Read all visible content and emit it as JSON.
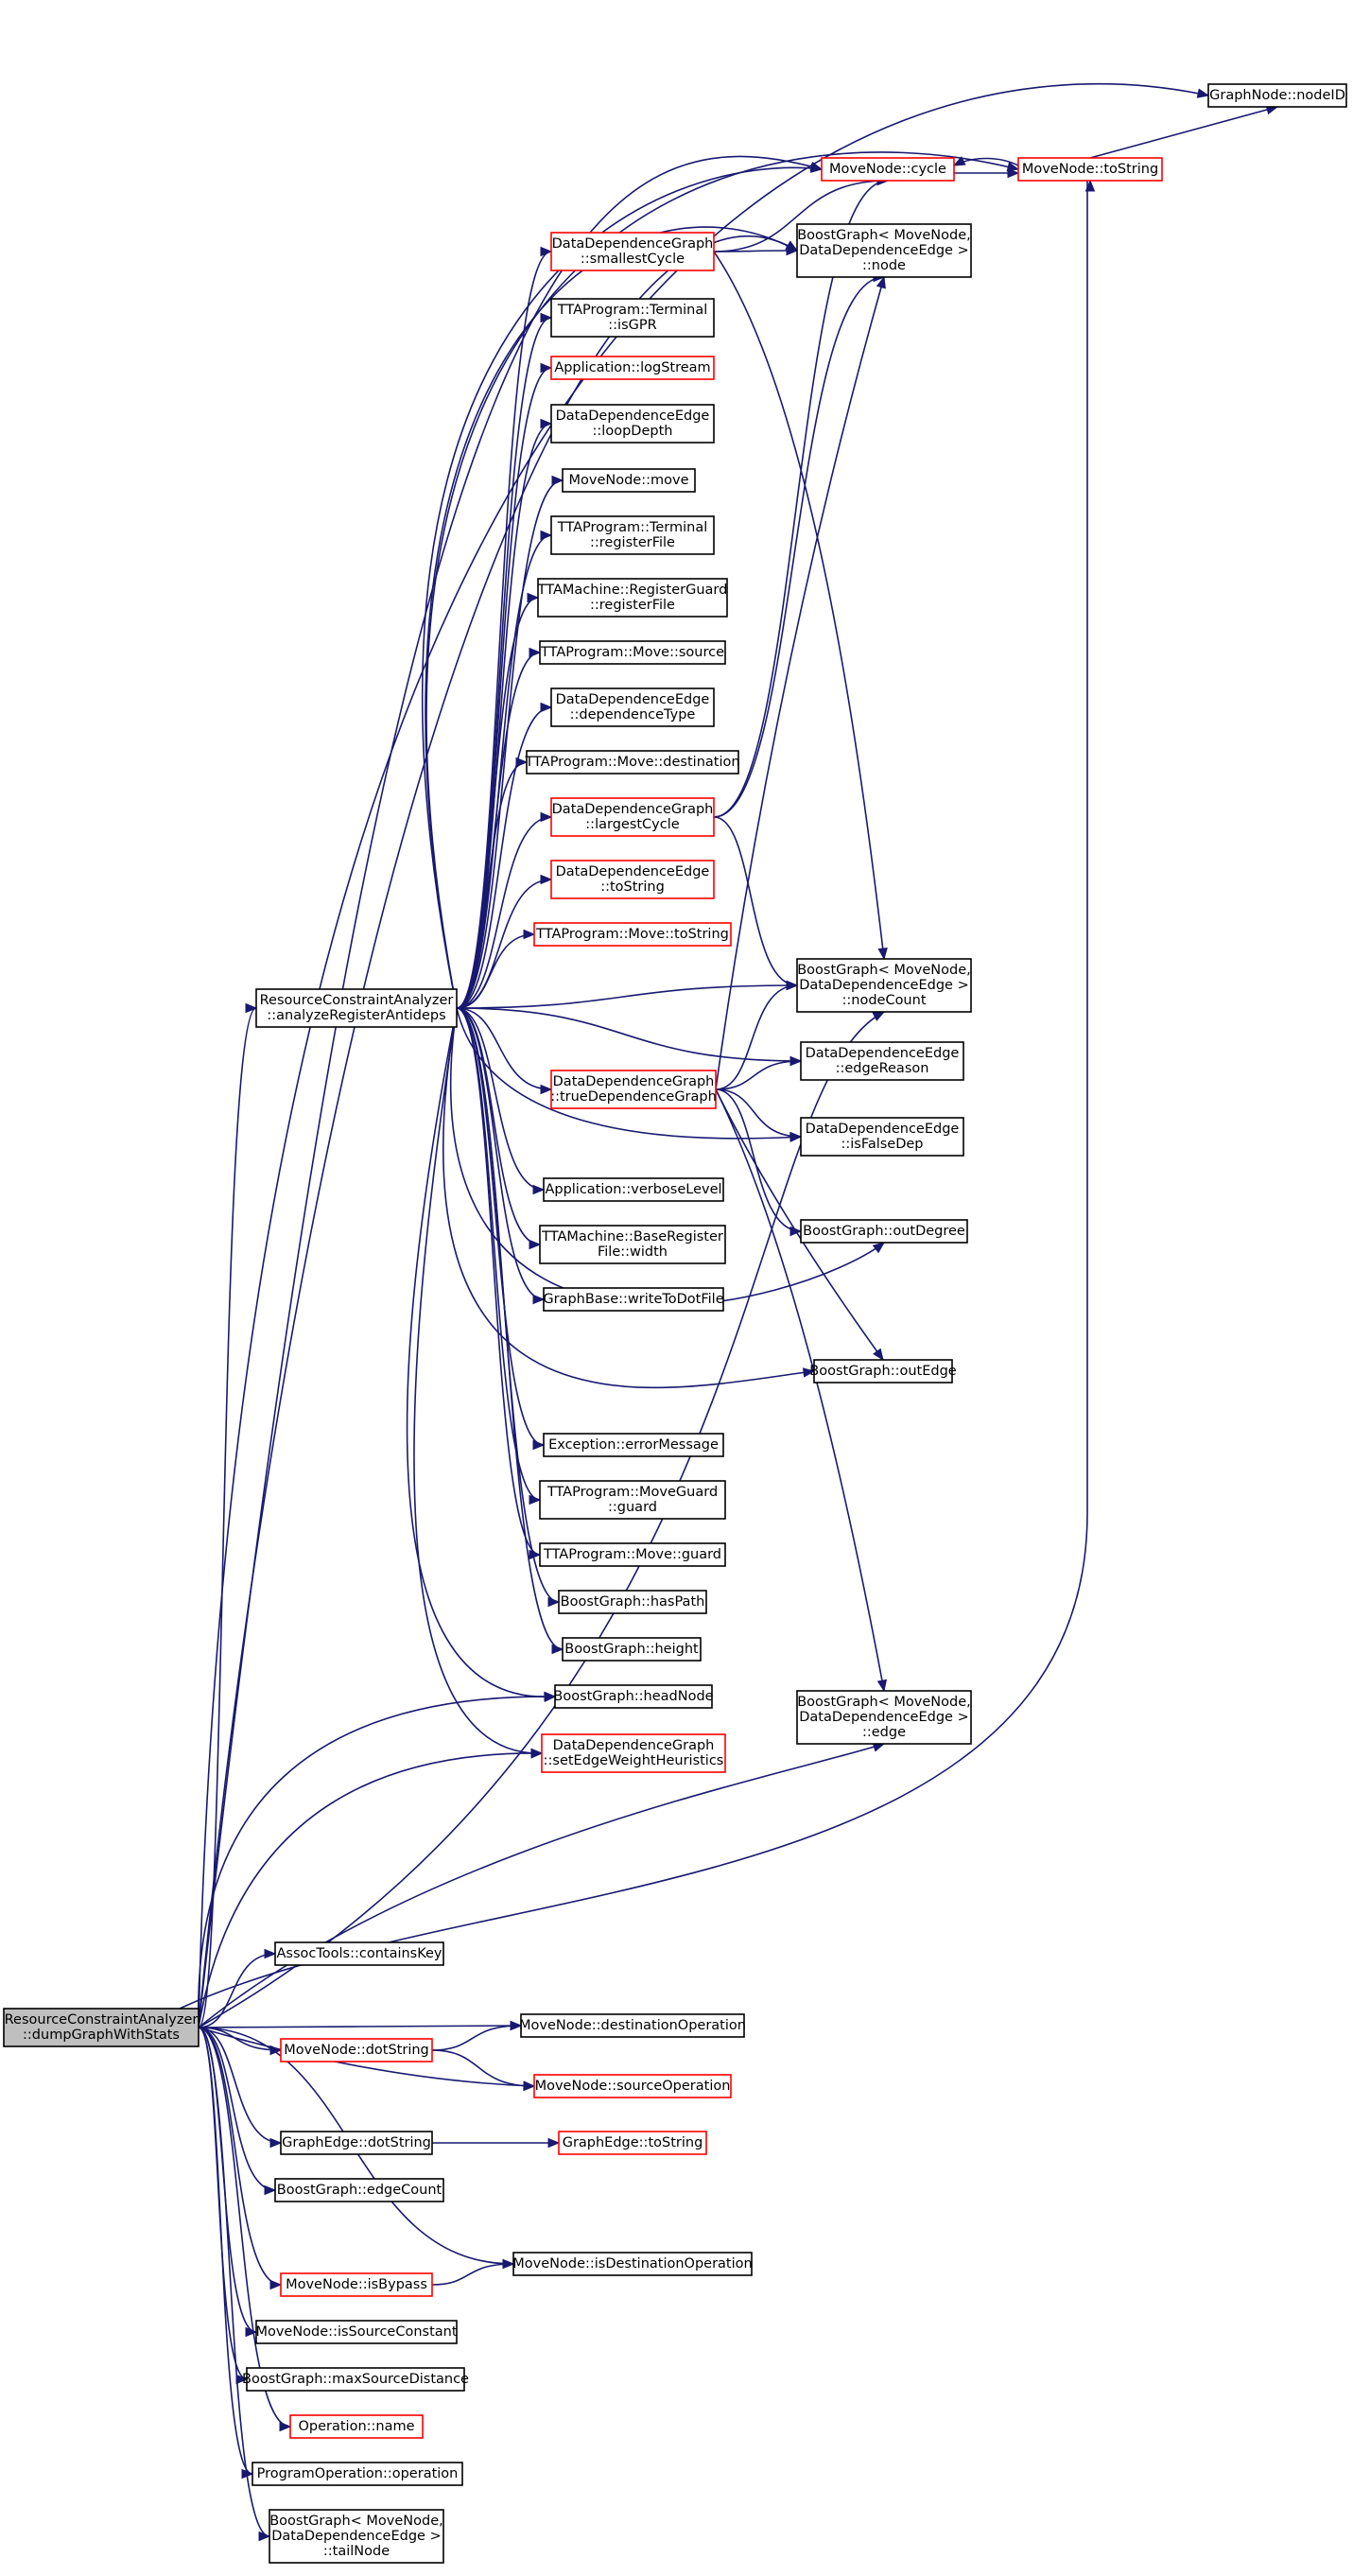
{
  "graph": {
    "colors": {
      "edge": "#191970",
      "node_border": "#000000",
      "node_border_incomplete": "#ff0000",
      "root_fill": "#bfbfbf"
    },
    "nodes": [
      {
        "id": "root",
        "lines": [
          "ResourceConstraintAnalyzer",
          "::dumpGraphWithStats"
        ],
        "style": "root"
      },
      {
        "id": "analyze",
        "lines": [
          "ResourceConstraintAnalyzer",
          "::analyzeRegisterAntideps"
        ],
        "style": "normal"
      },
      {
        "id": "nodeID",
        "lines": [
          "GraphNode::nodeID"
        ],
        "style": "normal"
      },
      {
        "id": "cycle",
        "lines": [
          "MoveNode::cycle"
        ],
        "style": "red"
      },
      {
        "id": "mnToString",
        "lines": [
          "MoveNode::toString"
        ],
        "style": "red"
      },
      {
        "id": "smallestCycle",
        "lines": [
          "DataDependenceGraph",
          "::smallestCycle"
        ],
        "style": "red"
      },
      {
        "id": "bgNode",
        "lines": [
          "BoostGraph< MoveNode,",
          "DataDependenceEdge >",
          "::node"
        ],
        "style": "normal"
      },
      {
        "id": "isGPR",
        "lines": [
          "TTAProgram::Terminal",
          "::isGPR"
        ],
        "style": "normal"
      },
      {
        "id": "logStream",
        "lines": [
          "Application::logStream"
        ],
        "style": "red"
      },
      {
        "id": "loopDepth",
        "lines": [
          "DataDependenceEdge",
          "::loopDepth"
        ],
        "style": "normal"
      },
      {
        "id": "mnMove",
        "lines": [
          "MoveNode::move"
        ],
        "style": "normal"
      },
      {
        "id": "termRegFile",
        "lines": [
          "TTAProgram::Terminal",
          "::registerFile"
        ],
        "style": "normal"
      },
      {
        "id": "guardRegFile",
        "lines": [
          "TTAMachine::RegisterGuard",
          "::registerFile"
        ],
        "style": "normal"
      },
      {
        "id": "moveSource",
        "lines": [
          "TTAProgram::Move::source"
        ],
        "style": "normal"
      },
      {
        "id": "depType",
        "lines": [
          "DataDependenceEdge",
          "::dependenceType"
        ],
        "style": "normal"
      },
      {
        "id": "moveDest",
        "lines": [
          "TTAProgram::Move::destination"
        ],
        "style": "normal"
      },
      {
        "id": "largestCycle",
        "lines": [
          "DataDependenceGraph",
          "::largestCycle"
        ],
        "style": "red"
      },
      {
        "id": "ddeToString",
        "lines": [
          "DataDependenceEdge",
          "::toString"
        ],
        "style": "red"
      },
      {
        "id": "moveToString",
        "lines": [
          "TTAProgram::Move::toString"
        ],
        "style": "red"
      },
      {
        "id": "nodeCount",
        "lines": [
          "BoostGraph< MoveNode,",
          "DataDependenceEdge >",
          "::nodeCount"
        ],
        "style": "normal"
      },
      {
        "id": "edgeReason",
        "lines": [
          "DataDependenceEdge",
          "::edgeReason"
        ],
        "style": "normal"
      },
      {
        "id": "trueDep",
        "lines": [
          "DataDependenceGraph",
          "::trueDependenceGraph"
        ],
        "style": "red"
      },
      {
        "id": "isFalseDep",
        "lines": [
          "DataDependenceEdge",
          "::isFalseDep"
        ],
        "style": "normal"
      },
      {
        "id": "verbose",
        "lines": [
          "Application::verboseLevel"
        ],
        "style": "normal"
      },
      {
        "id": "baseRegWidth",
        "lines": [
          "TTAMachine::BaseRegister",
          "File::width"
        ],
        "style": "normal"
      },
      {
        "id": "outDegree",
        "lines": [
          "BoostGraph::outDegree"
        ],
        "style": "normal"
      },
      {
        "id": "writeDot",
        "lines": [
          "GraphBase::writeToDotFile"
        ],
        "style": "normal"
      },
      {
        "id": "outEdge",
        "lines": [
          "BoostGraph::outEdge"
        ],
        "style": "normal"
      },
      {
        "id": "errMsg",
        "lines": [
          "Exception::errorMessage"
        ],
        "style": "normal"
      },
      {
        "id": "moveGuardGuard",
        "lines": [
          "TTAProgram::MoveGuard",
          "::guard"
        ],
        "style": "normal"
      },
      {
        "id": "moveGuard",
        "lines": [
          "TTAProgram::Move::guard"
        ],
        "style": "normal"
      },
      {
        "id": "hasPath",
        "lines": [
          "BoostGraph::hasPath"
        ],
        "style": "normal"
      },
      {
        "id": "height",
        "lines": [
          "BoostGraph::height"
        ],
        "style": "normal"
      },
      {
        "id": "headNode",
        "lines": [
          "BoostGraph::headNode"
        ],
        "style": "normal"
      },
      {
        "id": "bgEdge",
        "lines": [
          "BoostGraph< MoveNode,",
          "DataDependenceEdge >",
          "::edge"
        ],
        "style": "normal"
      },
      {
        "id": "setEW",
        "lines": [
          "DataDependenceGraph",
          "::setEdgeWeightHeuristics"
        ],
        "style": "red"
      },
      {
        "id": "containsKey",
        "lines": [
          "AssocTools::containsKey"
        ],
        "style": "normal"
      },
      {
        "id": "destOp",
        "lines": [
          "MoveNode::destinationOperation"
        ],
        "style": "normal"
      },
      {
        "id": "mnDot",
        "lines": [
          "MoveNode::dotString"
        ],
        "style": "red"
      },
      {
        "id": "srcOp",
        "lines": [
          "MoveNode::sourceOperation"
        ],
        "style": "red"
      },
      {
        "id": "geDot",
        "lines": [
          "GraphEdge::dotString"
        ],
        "style": "normal"
      },
      {
        "id": "geToString",
        "lines": [
          "GraphEdge::toString"
        ],
        "style": "red"
      },
      {
        "id": "edgeCount",
        "lines": [
          "BoostGraph::edgeCount"
        ],
        "style": "normal"
      },
      {
        "id": "isDestOp",
        "lines": [
          "MoveNode::isDestinationOperation"
        ],
        "style": "normal"
      },
      {
        "id": "isBypass",
        "lines": [
          "MoveNode::isBypass"
        ],
        "style": "red"
      },
      {
        "id": "isSrcConst",
        "lines": [
          "MoveNode::isSourceConstant"
        ],
        "style": "normal"
      },
      {
        "id": "maxSrcDist",
        "lines": [
          "BoostGraph::maxSourceDistance"
        ],
        "style": "normal"
      },
      {
        "id": "opName",
        "lines": [
          "Operation::name"
        ],
        "style": "red"
      },
      {
        "id": "progOp",
        "lines": [
          "ProgramOperation::operation"
        ],
        "style": "normal"
      },
      {
        "id": "tailNode",
        "lines": [
          "BoostGraph< MoveNode,",
          "DataDependenceEdge >",
          "::tailNode"
        ],
        "style": "normal"
      }
    ],
    "edges": [
      [
        "root",
        "analyze"
      ],
      [
        "root",
        "nodeID"
      ],
      [
        "root",
        "cycle"
      ],
      [
        "root",
        "mnToString"
      ],
      [
        "root",
        "bgNode"
      ],
      [
        "root",
        "nodeCount"
      ],
      [
        "root",
        "headNode"
      ],
      [
        "root",
        "bgEdge"
      ],
      [
        "root",
        "setEW"
      ],
      [
        "root",
        "containsKey"
      ],
      [
        "root",
        "destOp"
      ],
      [
        "root",
        "mnDot"
      ],
      [
        "root",
        "srcOp"
      ],
      [
        "root",
        "geDot"
      ],
      [
        "root",
        "edgeCount"
      ],
      [
        "root",
        "isDestOp"
      ],
      [
        "root",
        "isBypass"
      ],
      [
        "root",
        "isSrcConst"
      ],
      [
        "root",
        "maxSrcDist"
      ],
      [
        "root",
        "opName"
      ],
      [
        "root",
        "progOp"
      ],
      [
        "root",
        "tailNode"
      ],
      [
        "analyze",
        "cycle"
      ],
      [
        "analyze",
        "mnToString"
      ],
      [
        "analyze",
        "smallestCycle"
      ],
      [
        "analyze",
        "bgNode"
      ],
      [
        "analyze",
        "isGPR"
      ],
      [
        "analyze",
        "logStream"
      ],
      [
        "analyze",
        "loopDepth"
      ],
      [
        "analyze",
        "mnMove"
      ],
      [
        "analyze",
        "termRegFile"
      ],
      [
        "analyze",
        "guardRegFile"
      ],
      [
        "analyze",
        "moveSource"
      ],
      [
        "analyze",
        "depType"
      ],
      [
        "analyze",
        "moveDest"
      ],
      [
        "analyze",
        "largestCycle"
      ],
      [
        "analyze",
        "ddeToString"
      ],
      [
        "analyze",
        "moveToString"
      ],
      [
        "analyze",
        "nodeCount"
      ],
      [
        "analyze",
        "edgeReason"
      ],
      [
        "analyze",
        "trueDep"
      ],
      [
        "analyze",
        "isFalseDep"
      ],
      [
        "analyze",
        "verbose"
      ],
      [
        "analyze",
        "baseRegWidth"
      ],
      [
        "analyze",
        "outDegree"
      ],
      [
        "analyze",
        "writeDot"
      ],
      [
        "analyze",
        "outEdge"
      ],
      [
        "analyze",
        "errMsg"
      ],
      [
        "analyze",
        "moveGuardGuard"
      ],
      [
        "analyze",
        "moveGuard"
      ],
      [
        "analyze",
        "hasPath"
      ],
      [
        "analyze",
        "height"
      ],
      [
        "analyze",
        "headNode"
      ],
      [
        "analyze",
        "setEW"
      ],
      [
        "cycle",
        "mnToString"
      ],
      [
        "mnToString",
        "cycle"
      ],
      [
        "mnToString",
        "nodeID"
      ],
      [
        "smallestCycle",
        "cycle"
      ],
      [
        "smallestCycle",
        "bgNode"
      ],
      [
        "smallestCycle",
        "nodeCount"
      ],
      [
        "largestCycle",
        "cycle"
      ],
      [
        "largestCycle",
        "bgNode"
      ],
      [
        "largestCycle",
        "nodeCount"
      ],
      [
        "trueDep",
        "bgNode"
      ],
      [
        "trueDep",
        "nodeCount"
      ],
      [
        "trueDep",
        "edgeReason"
      ],
      [
        "trueDep",
        "isFalseDep"
      ],
      [
        "trueDep",
        "outDegree"
      ],
      [
        "trueDep",
        "outEdge"
      ],
      [
        "trueDep",
        "bgEdge"
      ],
      [
        "mnDot",
        "destOp"
      ],
      [
        "mnDot",
        "srcOp"
      ],
      [
        "geDot",
        "geToString"
      ],
      [
        "isBypass",
        "isDestOp"
      ]
    ]
  }
}
